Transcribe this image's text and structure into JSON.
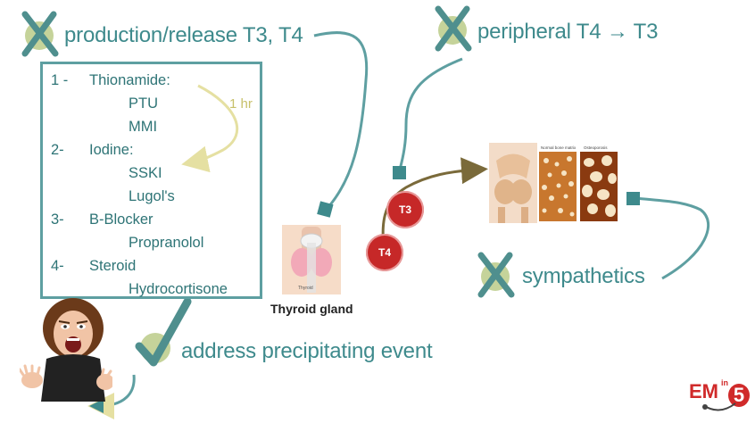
{
  "headings": {
    "production": "production/release T3, T4",
    "peripheral": "peripheral T4 → T3",
    "sympathetics": "sympathetics",
    "precipitating": "address precipitating event"
  },
  "treatment_list": [
    {
      "num": "1 -",
      "label": "Thionamide:"
    },
    {
      "label": "PTU"
    },
    {
      "label": "MMI"
    },
    {
      "num": "2-",
      "label": "Iodine:"
    },
    {
      "label": "SSKI"
    },
    {
      "label": "Lugol's"
    },
    {
      "num": "3-",
      "label": "B-Blocker"
    },
    {
      "label": "Propranolol"
    },
    {
      "num": "4-",
      "label": "Steroid"
    },
    {
      "label": "Hydrocortisone"
    }
  ],
  "timing_note": "1 hr",
  "thyroid_caption": "Thyroid gland",
  "hormones": {
    "t3": "T3",
    "t4": "T4"
  },
  "logo": {
    "em": "EM",
    "in": "in",
    "five": "5"
  },
  "colors": {
    "teal": "#3e8a8c",
    "x_green": "#c5d39a",
    "x_teal": "#4f8f8e",
    "check_teal": "#4f8f8e",
    "hormone_red": "#c62828",
    "arrow_yellow": "#e5e0a2",
    "bone_arrow": "#7a6a3a"
  },
  "icons": [
    "x-mark-icon",
    "check-mark-icon",
    "thyroid-gland-image",
    "bone-image",
    "screaming-woman-image",
    "em-in-5-logo"
  ]
}
